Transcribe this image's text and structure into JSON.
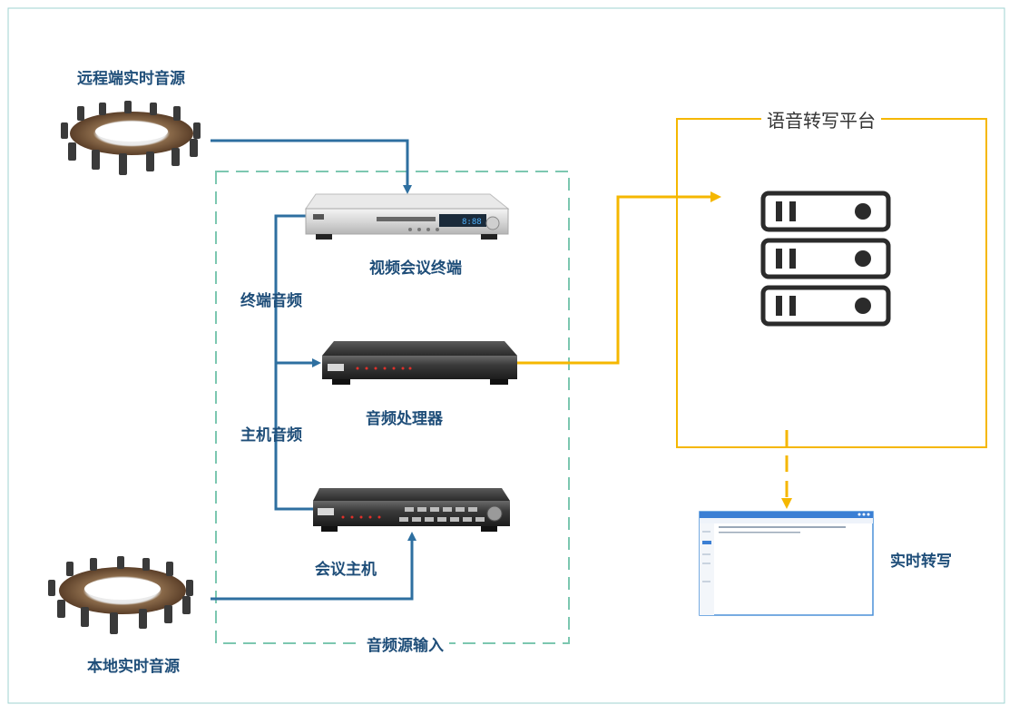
{
  "labels": {
    "remote_source": "远程端实时音源",
    "local_source": "本地实时音源",
    "video_terminal": "视频会议终端",
    "terminal_audio": "终端音频",
    "audio_processor": "音频处理器",
    "host_audio": "主机音频",
    "conference_host": "会议主机",
    "audio_input": "音频源输入",
    "platform_title": "语音转写平台",
    "realtime_transcription": "实时转写"
  },
  "colors": {
    "blue_line": "#2e6fa0",
    "gold_line": "#f5b700",
    "dashed_green": "#7cc7b0",
    "frame": "#9fd3d2",
    "label": "#1f4e79"
  },
  "icons": {
    "remote_room": "conference-table-icon",
    "local_room": "conference-table-icon",
    "terminal": "dvd-player-icon",
    "processor": "audio-rack-icon",
    "host": "mixer-icon",
    "servers": "server-stack-icon",
    "app": "app-window-icon"
  }
}
